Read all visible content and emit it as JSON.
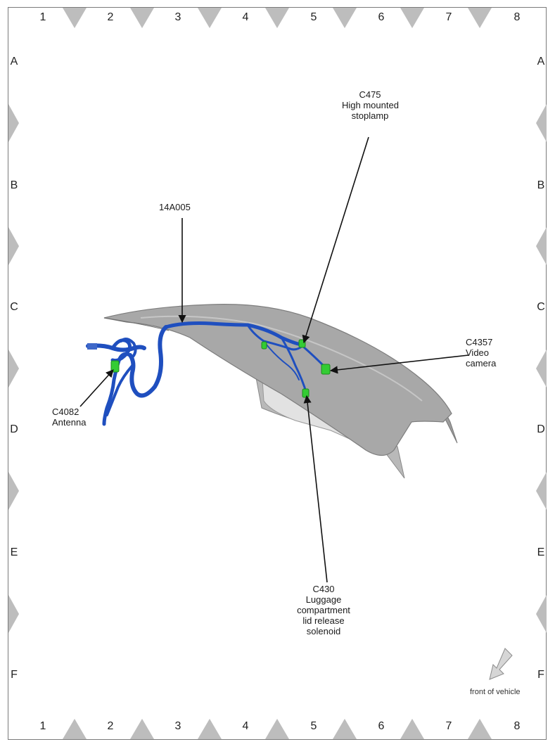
{
  "grid": {
    "columns": [
      "1",
      "2",
      "3",
      "4",
      "5",
      "6",
      "7",
      "8"
    ],
    "rows": [
      "A",
      "B",
      "C",
      "D",
      "E",
      "F"
    ]
  },
  "callouts": {
    "harness": "14A005",
    "c475": [
      "C475",
      "High mounted",
      "stoplamp"
    ],
    "c4357": [
      "C4357",
      "Video",
      "camera"
    ],
    "c4082": [
      "C4082",
      "Antenna"
    ],
    "c430": [
      "C430",
      "Luggage",
      "compartment",
      "lid release",
      "solenoid"
    ]
  },
  "orientation": {
    "label": "front of vehicle",
    "icon": "arrow-down-left-icon"
  },
  "colors": {
    "harness": "#1f4fbf",
    "connector": "#33cc33",
    "panel": "#a8a8a8",
    "marker": "#bdbdbd"
  }
}
